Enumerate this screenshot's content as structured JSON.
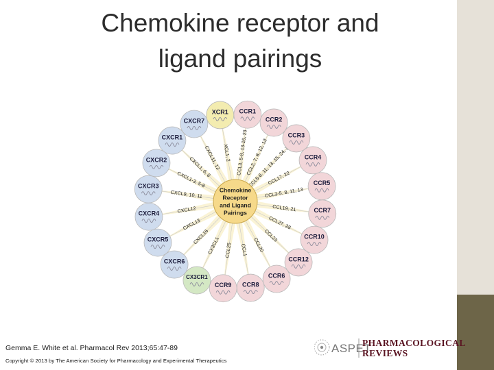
{
  "slide": {
    "title_line1": "Chemokine receptor and",
    "title_line2": "ligand pairings",
    "caption": "Gemma E. White et al. Pharmacol Rev 2013;65:47-89",
    "copyright": "Copyright © 2013 by The American Society for Pharmacology and Experimental Therapeutics"
  },
  "publisher": {
    "aspet": "ASPET",
    "name_line1": "PHARMACOLOGICAL",
    "name_line2": "REVIEWS"
  },
  "diagram": {
    "center_label_lines": [
      "Chemokine",
      "Receptor",
      "and Ligand",
      "Pairings"
    ],
    "receptors": [
      {
        "name": "CCR1",
        "ligands": "CCL3, 5-8, 13-16, 23",
        "family": "CC"
      },
      {
        "name": "CCR2",
        "ligands": "CCL2, 7, 8, 12, 13",
        "family": "CC"
      },
      {
        "name": "CCR3",
        "ligands": "CCL5-8, 11, 13, 15, 24, 26",
        "family": "CC"
      },
      {
        "name": "CCR4",
        "ligands": "CCL17, 22",
        "family": "CC"
      },
      {
        "name": "CCR5",
        "ligands": "CCL3-5, 8, 11, 13",
        "family": "CC"
      },
      {
        "name": "CCR7",
        "ligands": "CCL19, 21",
        "family": "CC"
      },
      {
        "name": "CCR10",
        "ligands": "CCL27, 28",
        "family": "CC"
      },
      {
        "name": "CCR12",
        "ligands": "CCL23",
        "family": "CC"
      },
      {
        "name": "CCR6",
        "ligands": "CCL20",
        "family": "CC"
      },
      {
        "name": "CCR8",
        "ligands": "CCL1",
        "family": "CC"
      },
      {
        "name": "CCR9",
        "ligands": "CCL25",
        "family": "CC"
      },
      {
        "name": "CX3CR1",
        "ligands": "CX3CL1",
        "family": "CX3C"
      },
      {
        "name": "CXCR6",
        "ligands": "CXCL16",
        "family": "CXC"
      },
      {
        "name": "CXCR5",
        "ligands": "CXCL13",
        "family": "CXC"
      },
      {
        "name": "CXCR4",
        "ligands": "CXCL12",
        "family": "CXC"
      },
      {
        "name": "CXCR3",
        "ligands": "CXCL9, 10, 11",
        "family": "CXC"
      },
      {
        "name": "CXCR2",
        "ligands": "CXCL1-3, 5-8",
        "family": "CXC"
      },
      {
        "name": "CXCR1",
        "ligands": "CXCL1, 6, 8",
        "family": "CXC"
      },
      {
        "name": "CXCR7",
        "ligands": "CXCL11, 12",
        "family": "CXC"
      },
      {
        "name": "XCR1",
        "ligands": "XCL1, 2",
        "family": "XC"
      }
    ],
    "colors": {
      "CC": "#f2d6d9",
      "CXC": "#cfdcee",
      "XC": "#f3ecb0",
      "CX3C": "#d4e8c4",
      "center": "#f6d98a",
      "ray": "#f9f2d0"
    }
  }
}
